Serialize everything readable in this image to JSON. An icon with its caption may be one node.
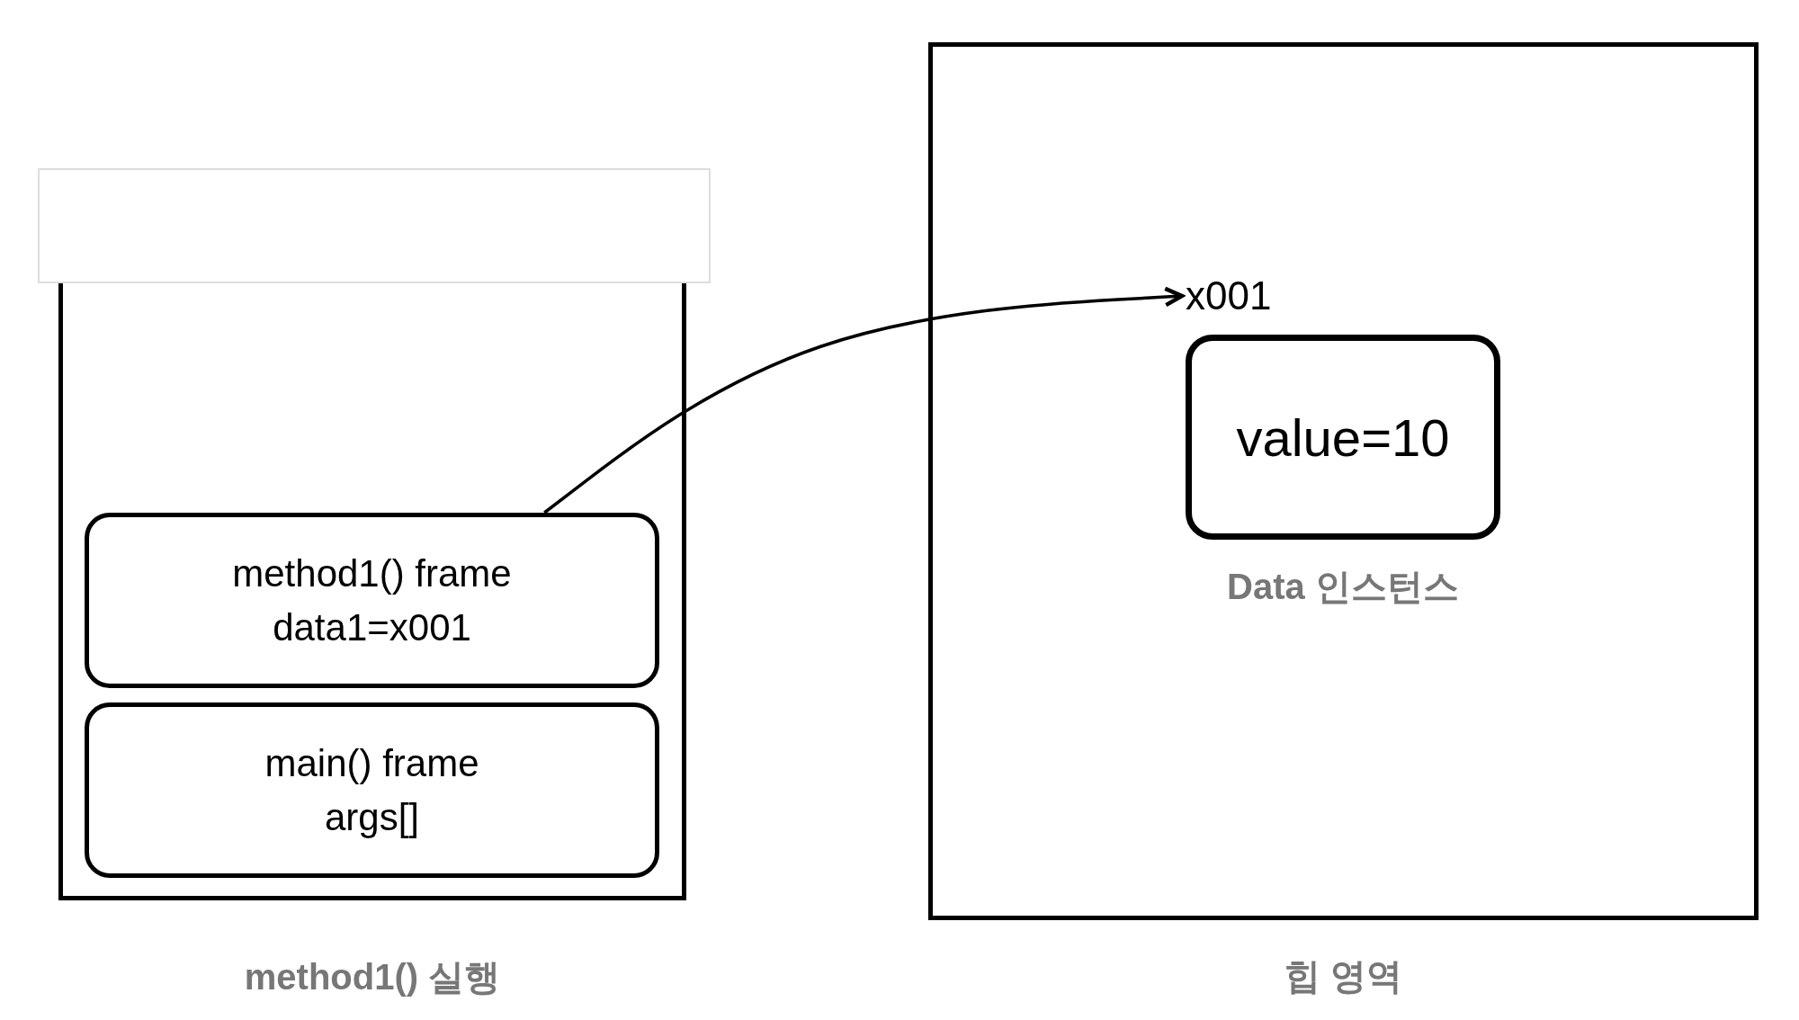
{
  "diagram": {
    "nodes": [
      {
        "text": [
          "method1() 실행"
        ]
      },
      {
        "text": [
          "method1() frame",
          "data1=x001"
        ],
        "in": 0
      },
      {
        "text": [
          "main() frame",
          "args[]"
        ],
        "in": 0
      },
      {
        "text": [
          "힙 영역"
        ]
      },
      {
        "text": [
          "x001"
        ],
        "in": 3
      },
      {
        "text": [
          "value=10"
        ],
        "in": 3,
        "beside": [
          "Data 인스턴스"
        ]
      },
      {
        "text": [],
        "shape": "box"
      }
    ],
    "edges": [
      {
        "from": 1,
        "to": 4,
        "arrow": "to"
      }
    ]
  }
}
